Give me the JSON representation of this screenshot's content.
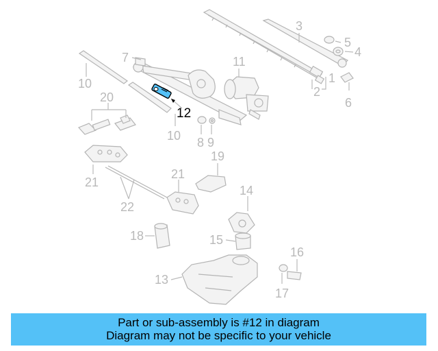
{
  "diagram": {
    "callouts": [
      {
        "id": "c1",
        "label": "1"
      },
      {
        "id": "c2",
        "label": "2"
      },
      {
        "id": "c2b",
        "label": "2"
      },
      {
        "id": "c3",
        "label": "3"
      },
      {
        "id": "c4",
        "label": "4"
      },
      {
        "id": "c5",
        "label": "5"
      },
      {
        "id": "c6",
        "label": "6"
      },
      {
        "id": "c7",
        "label": "7"
      },
      {
        "id": "c8",
        "label": "8"
      },
      {
        "id": "c9",
        "label": "9"
      },
      {
        "id": "c10a",
        "label": "10"
      },
      {
        "id": "c10b",
        "label": "10"
      },
      {
        "id": "c11",
        "label": "11"
      },
      {
        "id": "c12",
        "label": "12"
      },
      {
        "id": "c13",
        "label": "13"
      },
      {
        "id": "c14",
        "label": "14"
      },
      {
        "id": "c15",
        "label": "15"
      },
      {
        "id": "c16",
        "label": "16"
      },
      {
        "id": "c17",
        "label": "17"
      },
      {
        "id": "c18",
        "label": "18"
      },
      {
        "id": "c19",
        "label": "19"
      },
      {
        "id": "c20",
        "label": "20"
      },
      {
        "id": "c21a",
        "label": "21"
      },
      {
        "id": "c21b",
        "label": "21"
      },
      {
        "id": "c22",
        "label": "22"
      }
    ],
    "highlighted_part": "12",
    "highlight_color": "#54c1f7"
  },
  "caption": {
    "line1": "Part or sub-assembly is #12 in diagram",
    "line2": "Diagram may not be specific to your vehicle",
    "background": "#54c1f7"
  }
}
